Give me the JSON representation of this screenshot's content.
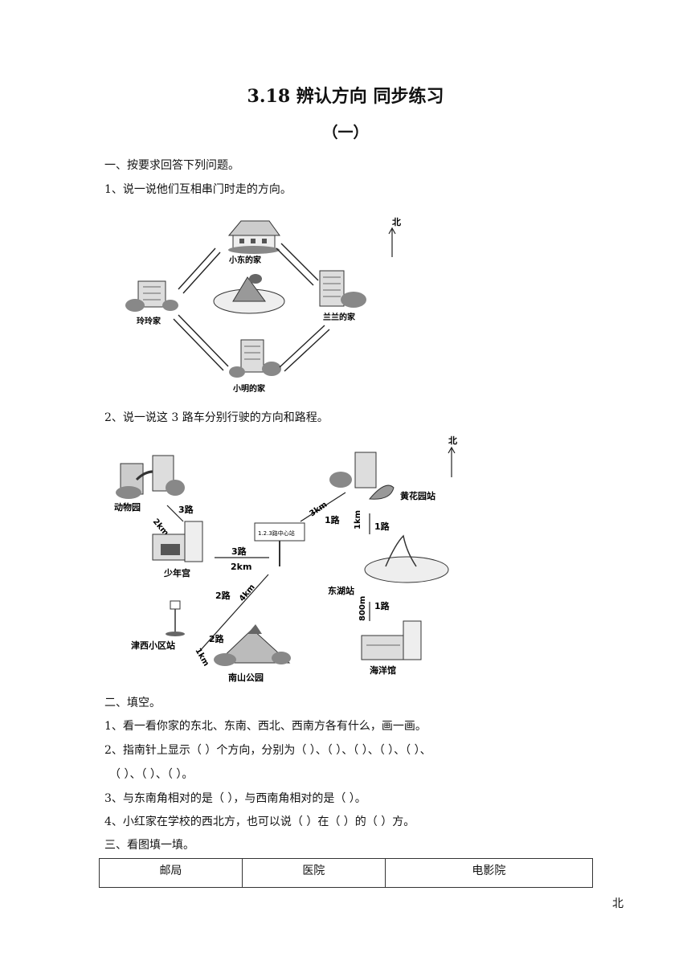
{
  "title": "3.18 辨认方向  同步练习",
  "subtitle": "（一）",
  "section1": {
    "heading": "一、按要求回答下列问题。",
    "q1": "1、说一说他们互相串门时走的方向。",
    "q2": "2、说一说这 3 路车分别行驶的方向和路程。"
  },
  "figure1": {
    "north": "北",
    "labels": {
      "top": "小东的家",
      "left": "玲玲家",
      "right": "兰兰的家",
      "bottom": "小明的家"
    }
  },
  "figure2": {
    "north": "北",
    "sign": "1.2.3路中心站",
    "places": {
      "zoo": "动物园",
      "youth_palace": "少年宫",
      "jinxi": "津西小区站",
      "nanshan": "南山公园",
      "huanghua": "黄花园站",
      "donghu": "东湖站",
      "ocean": "海洋馆"
    },
    "routes": {
      "r3": "3路",
      "r3b": "3路",
      "d2km": "2km",
      "d2km_b": "2km",
      "r3k": "3km",
      "r1": "1路",
      "r2": "2路",
      "d4km": "4km",
      "r2b": "2路",
      "d1km": "1km",
      "d1km_b": "1km",
      "r1b": "1路",
      "d800": "800m",
      "r1c": "1路"
    }
  },
  "section2": {
    "heading": "二、填空。",
    "q1": "1、看一看你家的东北、东南、西北、西南方各有什么，画一画。",
    "q2a": "2、指南针上显示（     ）个方向，分别为（     ）、（     ）、（     ）、（     ）、（     ）、",
    "q2b": "（     ）、（     ）、（     ）。",
    "q3": "3、与东南角相对的是（     ），与西南角相对的是（     ）。",
    "q4": "4、小红家在学校的西北方，也可以说（     ）在（     ）的（     ）方。"
  },
  "section3": {
    "heading": "三、看图填一填。",
    "cells": [
      "邮局",
      "医院",
      "电影院"
    ],
    "north": "北"
  }
}
